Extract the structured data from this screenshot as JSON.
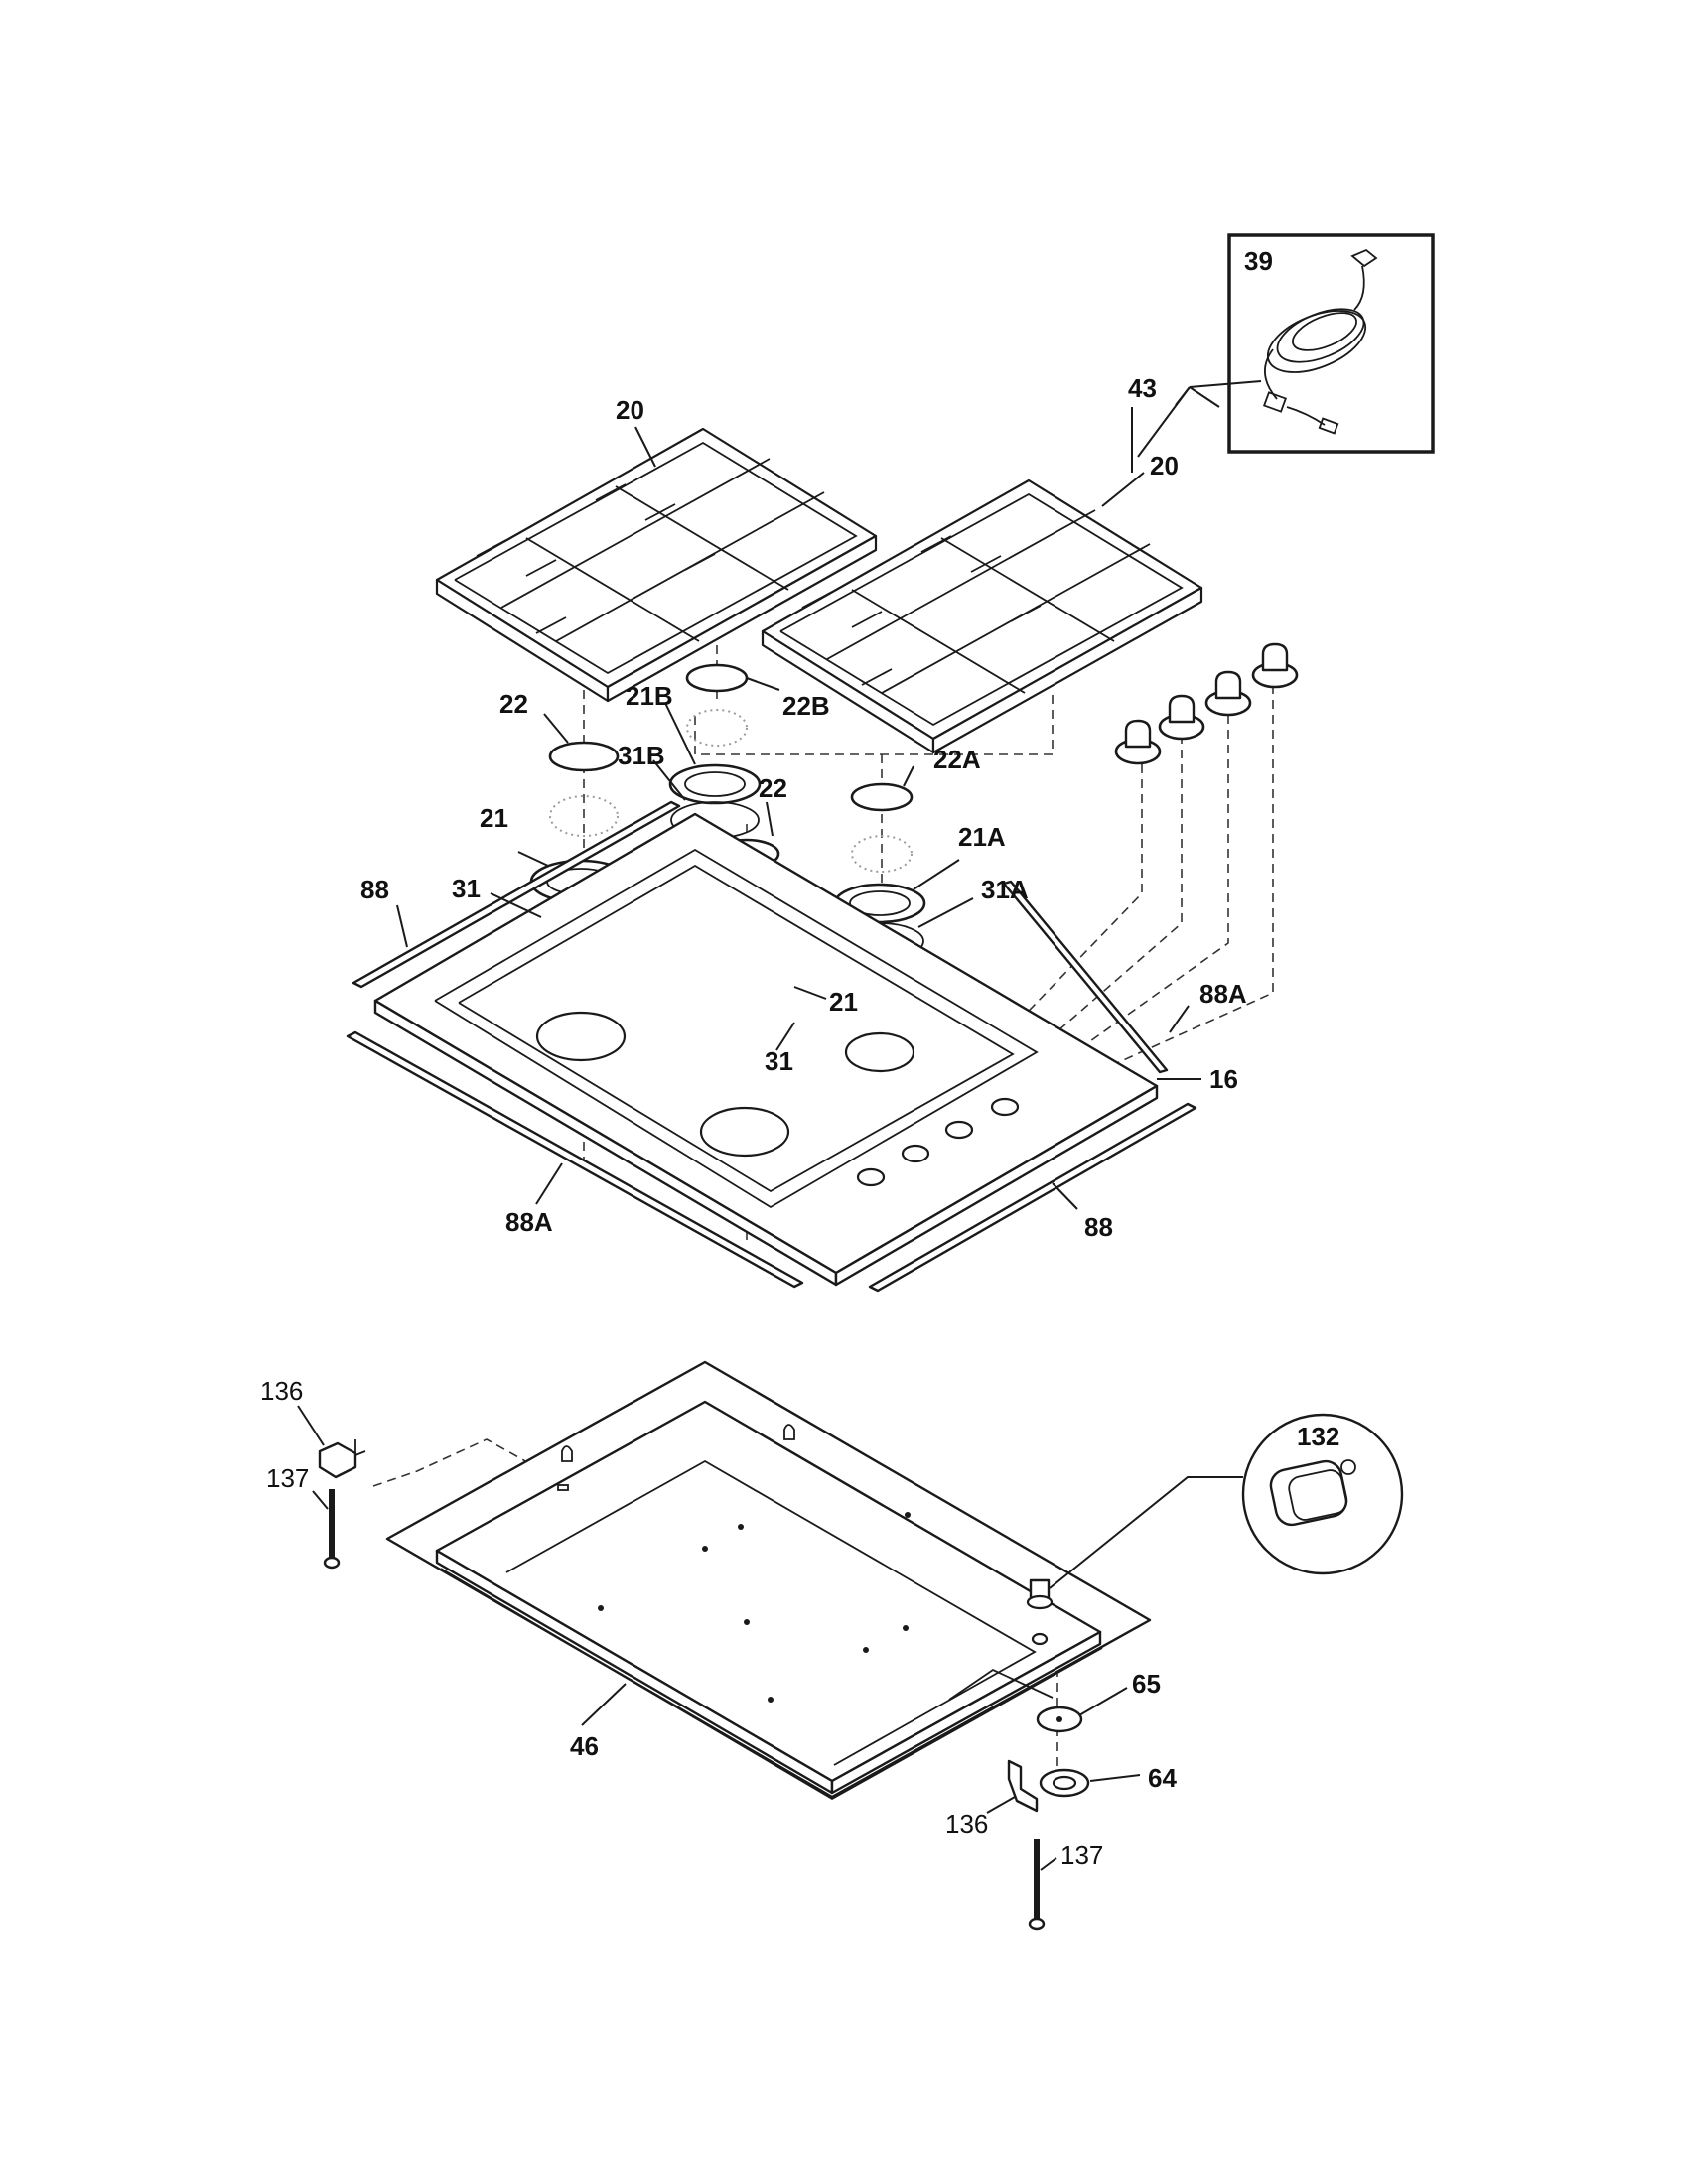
{
  "callouts": {
    "c39": "39",
    "c20a": "20",
    "c20b": "20",
    "c43": "43",
    "c22a": "22",
    "c22b": "22B",
    "c21b": "21B",
    "c31b": "31B",
    "c22c": "22",
    "c22d": "22A",
    "c21a": "21",
    "c21c": "21A",
    "c88a": "88",
    "c31a": "31",
    "c31c": "31A",
    "c21d": "21",
    "c31d": "31",
    "c88b": "88A",
    "c16": "16",
    "c88c": "88A",
    "c88d": "88",
    "c136a": "136",
    "c137a": "137",
    "c132": "132",
    "c46": "46",
    "c65": "65",
    "c64": "64",
    "c136b": "136",
    "c137b": "137"
  }
}
